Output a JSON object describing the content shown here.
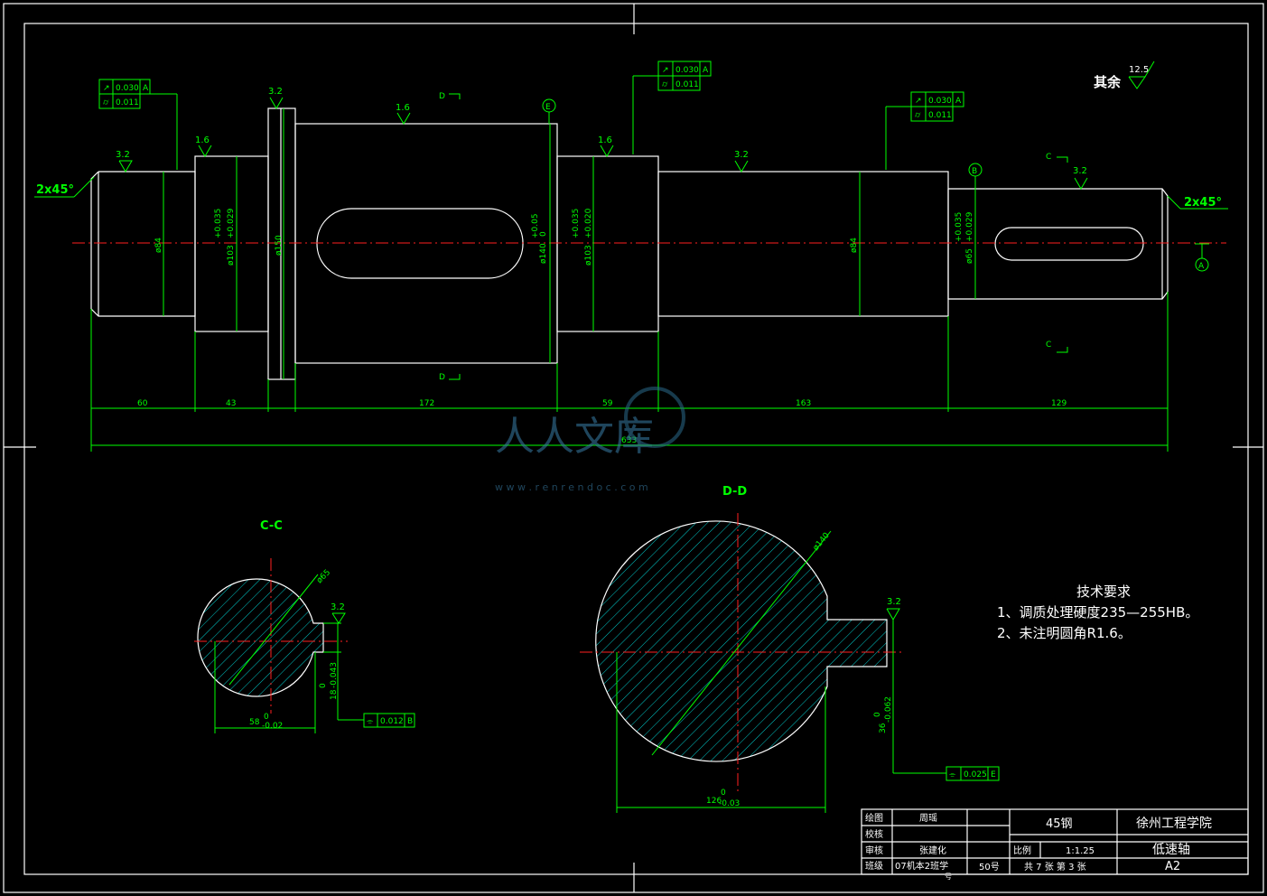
{
  "views": {
    "section_c": "C-C",
    "section_d": "D-D"
  },
  "chamfers": {
    "left": "2x45°",
    "right": "2x45°"
  },
  "other_roughness": {
    "label": "其余",
    "value": "12.5"
  },
  "roughness": [
    "3.2",
    "1.6",
    "3.2",
    "1.6",
    "1.6",
    "3.2",
    "3.2",
    "3.2",
    "3.2"
  ],
  "diameters": {
    "d1": "ø84",
    "d2": "ø103",
    "d2_tol_upper": "+0.035",
    "d2_tol_lower": "+0.029",
    "d3": "ø150",
    "d4": "ø140",
    "d4_tol_upper": "+0.05",
    "d4_tol_lower": "0",
    "d5": "ø103",
    "d5_tol_upper": "+0.035",
    "d5_tol_lower": "+0.020",
    "d6": "ø84",
    "d7": "ø65",
    "d7_tol_upper": "+0.035",
    "d7_tol_lower": "+0.029"
  },
  "lengths": [
    "60",
    "43",
    "172",
    "59",
    "163",
    "129"
  ],
  "total_length": "633",
  "datums": {
    "a": "A",
    "b": "B",
    "e": "E"
  },
  "section_markers": {
    "c": "C",
    "d": "D"
  },
  "gdt": {
    "left_runout": "0.030",
    "left_cyl": "0.011",
    "left_datum": "A",
    "mid_runout": "0.030",
    "mid_cyl": "0.011",
    "mid_datum": "A",
    "right_runout": "0.030",
    "right_cyl": "0.011",
    "right_datum": "A",
    "c_sym": "0.012",
    "c_sym_datum": "B",
    "d_sym": "0.025",
    "d_sym_datum": "E"
  },
  "section_c_dims": {
    "dia": "ø65",
    "keyway_w": "18",
    "keyway_w_tol": "-0.043",
    "keyway_w_tol0": "0",
    "depth": "58",
    "depth_tol": "-0.02",
    "depth_tol0": "0"
  },
  "section_d_dims": {
    "dia": "ø140",
    "keyway_w": "36",
    "keyway_w_tol": "-0.062",
    "keyway_w_tol0": "0",
    "depth": "126",
    "depth_tol": "-0.03",
    "depth_tol0": "0"
  },
  "tech_req": {
    "title": "技术要求",
    "item1": "1、调质处理硬度235—255HB。",
    "item2": "2、未注明圆角R1.6。"
  },
  "watermark": {
    "brand": "人人文库",
    "url": "w w w . r e n r e n d o c . c o m"
  },
  "title_block": {
    "drawn_label": "绘图",
    "drawn_name": "周瑶",
    "check_label": "校核",
    "review_label": "审核",
    "review_name": "张建化",
    "class_label": "班级",
    "class_value": "07机本2班学",
    "class_suffix": "号",
    "student_no": "50号",
    "material": "45钢",
    "school": "徐州工程学院",
    "scale_label": "比例",
    "scale_value": "1:1.25",
    "part_name": "低速轴",
    "sheets": "共 7 张  第 3 张",
    "size": "A2"
  }
}
